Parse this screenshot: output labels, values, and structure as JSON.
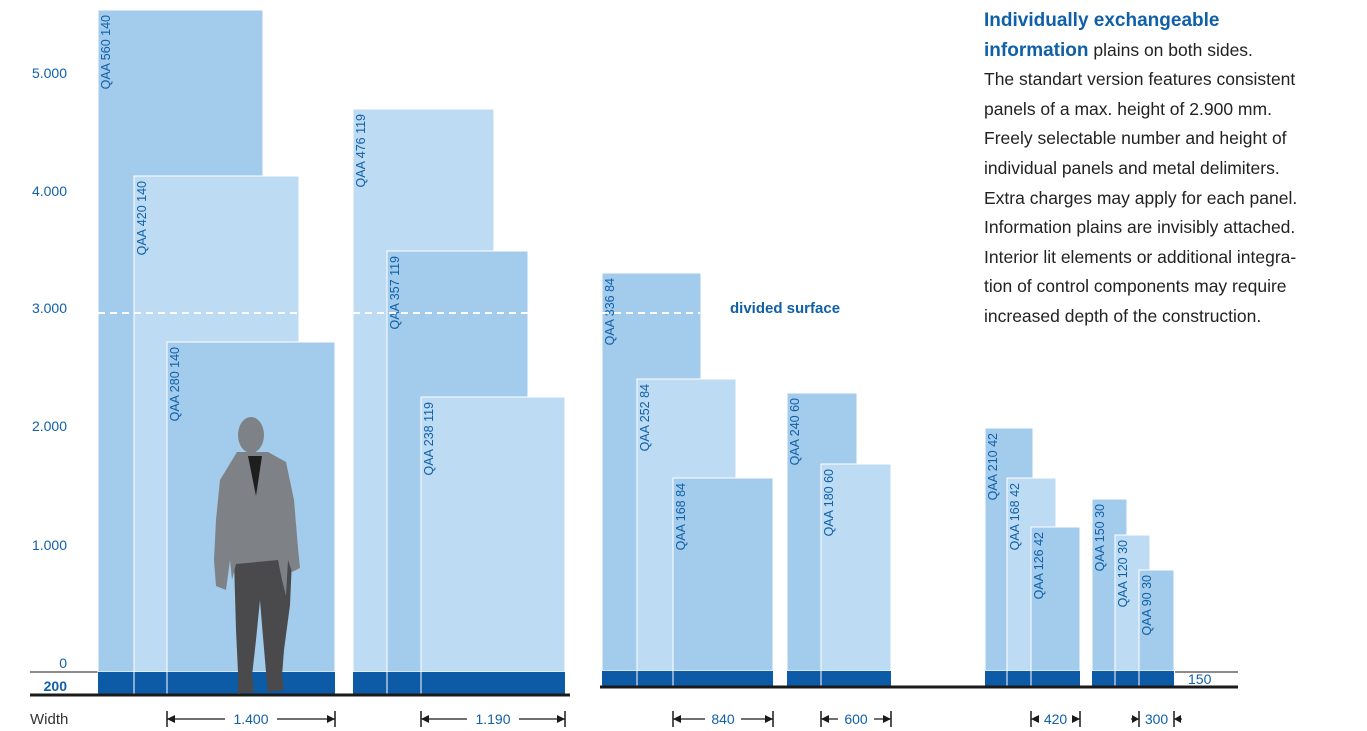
{
  "y_axis": {
    "labels": [
      "5.000",
      "4.000",
      "3.000",
      "2.000",
      "1.000",
      "0",
      "200"
    ]
  },
  "panels": [
    {
      "label": "QAA 560 140",
      "group": 1
    },
    {
      "label": "QAA 420 140",
      "group": 1
    },
    {
      "label": "QAA 280 140",
      "group": 1
    },
    {
      "label": "QAA 476 119",
      "group": 2
    },
    {
      "label": "QAA 357 119",
      "group": 2
    },
    {
      "label": "QAA 238 119",
      "group": 2
    },
    {
      "label": "QAA 336 84",
      "group": 3
    },
    {
      "label": "QAA 252 84",
      "group": 3
    },
    {
      "label": "QAA 168 84",
      "group": 3
    },
    {
      "label": "QAA 240 60",
      "group": 4
    },
    {
      "label": "QAA 180 60",
      "group": 4
    },
    {
      "label": "QAA 210 42",
      "group": 5
    },
    {
      "label": "QAA 168 42",
      "group": 5
    },
    {
      "label": "QAA 126 42",
      "group": 5
    },
    {
      "label": "QAA 150 30",
      "group": 6
    },
    {
      "label": "QAA 120 30",
      "group": 6
    },
    {
      "label": "QAA 90 30",
      "group": 6
    }
  ],
  "divided_surface_label": "divided surface",
  "base_label": "150",
  "width_axis": {
    "label": "Width",
    "dimensions": [
      "1.400",
      "1.190",
      "840",
      "600",
      "420",
      "300"
    ]
  },
  "info": {
    "heading_line1": "Individually exchangeable",
    "heading_line2": "information",
    "heading_rest": " plains on both sides.",
    "lines": [
      "The standart version features consistent",
      "panels of a max. height of 2.900 mm.",
      "Freely selectable number and height of",
      "individual panels and metal delimiters.",
      "Extra charges may apply for each panel.",
      "Information plains are invisibly attached.",
      "Interior lit elements or additional integra-",
      "tion of control components may require",
      "increased depth of the construction."
    ]
  },
  "colors": {
    "panel_dark": "#a3cbec",
    "panel_light": "#bddbf3",
    "base": "#0d5aa7",
    "text_blue": "#1060a8",
    "floor": "#1a1a1a",
    "silhouette_body": "#7e8185",
    "silhouette_legs": "#4a4a4c"
  }
}
